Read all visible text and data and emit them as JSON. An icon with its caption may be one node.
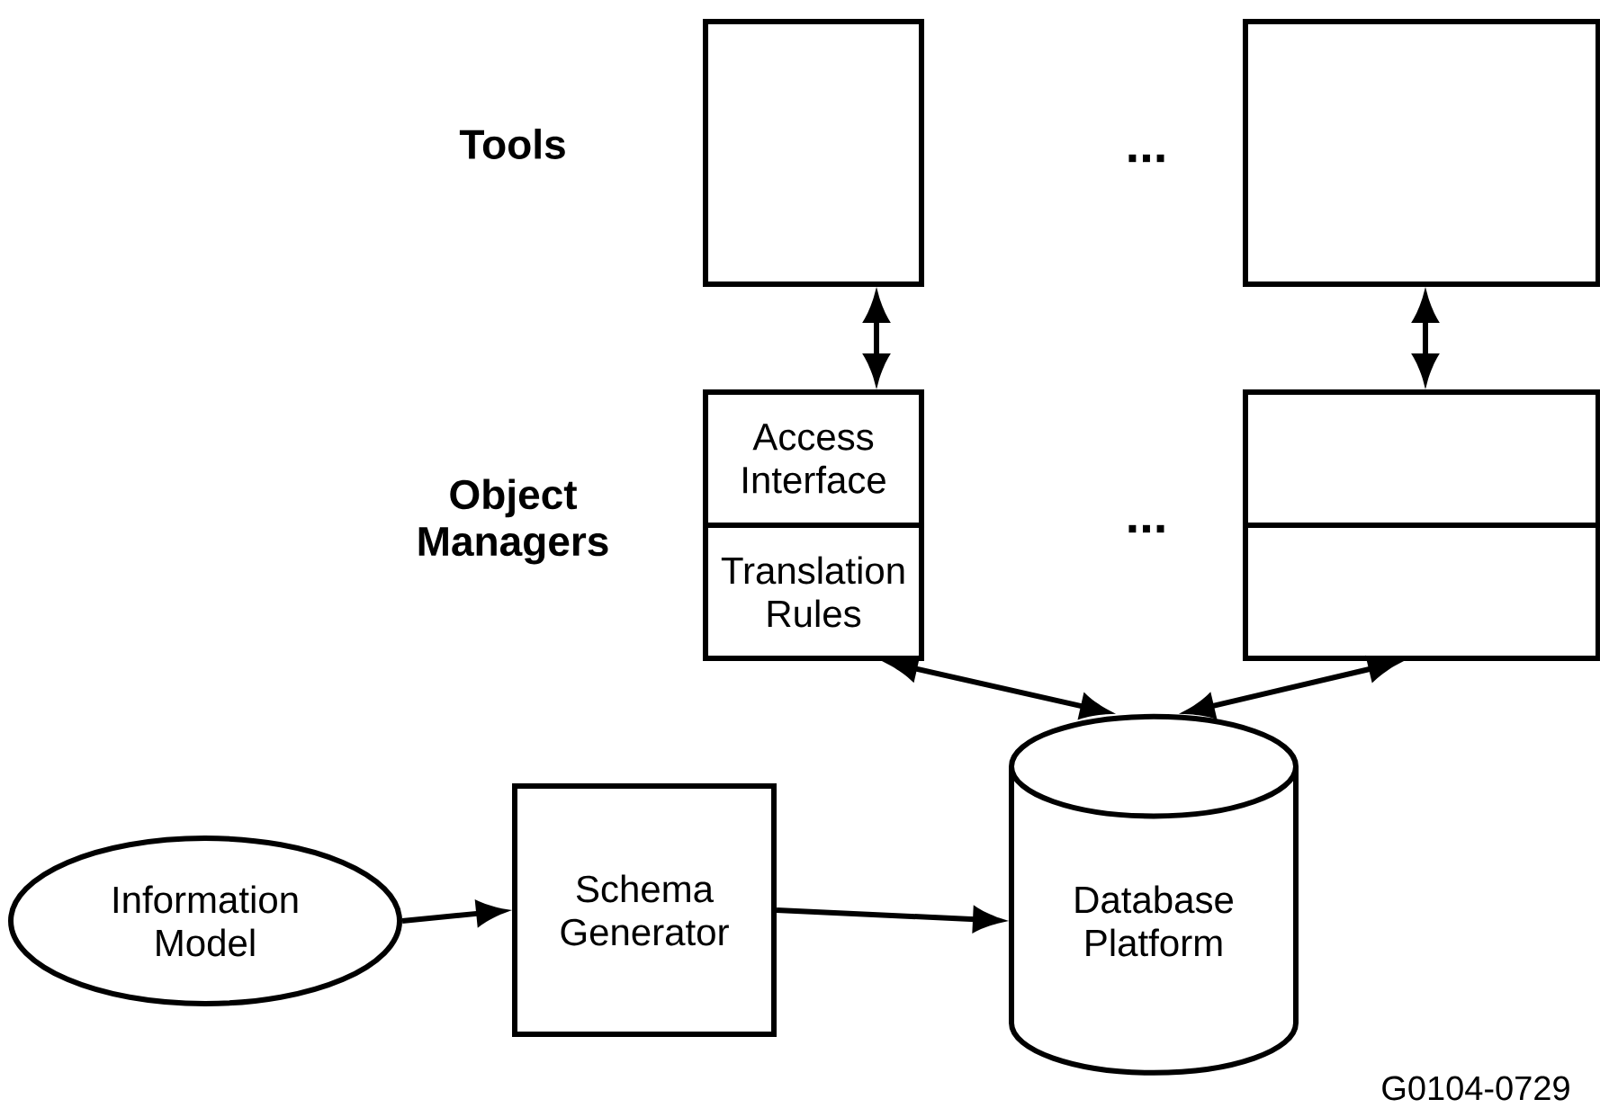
{
  "diagram": {
    "nodes": [
      {
        "text": [],
        "shape": "box"
      },
      {
        "text": [],
        "shape": "box"
      },
      {
        "text": [
          "Access Interface"
        ]
      },
      {
        "text": [
          "Translation Rules"
        ]
      },
      {
        "text": [],
        "shape": "box"
      },
      {
        "text": [],
        "shape": "box"
      },
      {
        "text": [
          "Information Model"
        ]
      },
      {
        "text": [
          "Schema Generator"
        ]
      },
      {
        "text": [
          "Database Platform"
        ]
      }
    ],
    "edges": [
      {
        "from": 0,
        "to": 2,
        "arrow": "both"
      },
      {
        "from": 1,
        "to": 4,
        "arrow": "both"
      },
      {
        "from": 3,
        "to": 8,
        "arrow": "both"
      },
      {
        "from": 5,
        "to": 8,
        "arrow": "both"
      },
      {
        "from": 6,
        "to": 7,
        "arrow": "to"
      },
      {
        "from": 7,
        "to": 8,
        "arrow": "to"
      }
    ],
    "labels": [
      "Tools",
      "...",
      "Object Managers",
      "...",
      "G0104-0729"
    ]
  }
}
